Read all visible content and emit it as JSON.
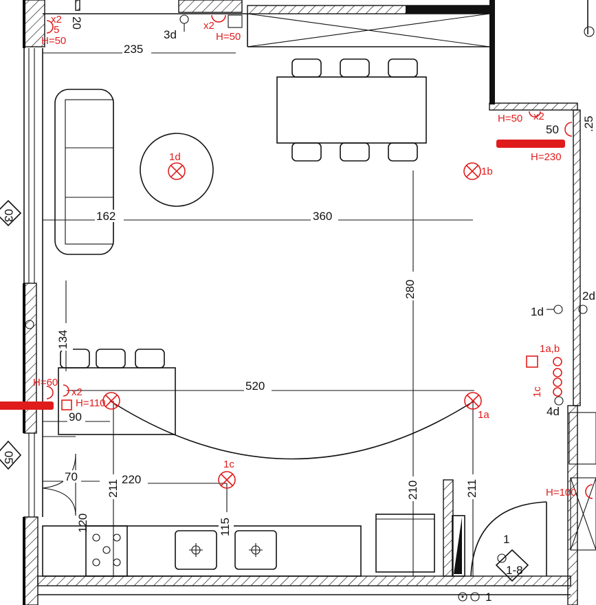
{
  "plan": {
    "dimensions": {
      "d235": "235",
      "d20": "20",
      "d162": "162",
      "d360": "360",
      "d280": "280",
      "d134": "134",
      "d520": "520",
      "d90": "90",
      "d70": "70",
      "d220": "220",
      "d211a": "211",
      "d211b": "211",
      "d210": "210",
      "d120": "120",
      "d115": "115",
      "d50": "50",
      "d25": ".25"
    },
    "fixtures": {
      "light_1d": "1d",
      "light_1b": "1b",
      "light_1c": "1c",
      "light_1a": "1a",
      "switch_3d": "3d",
      "switch_1d": "1d",
      "switch_2d": "2d",
      "switch_4d": "4d",
      "switch_1ab": "1a,b",
      "switch_1c": "1c",
      "door_1": "1",
      "bottom_1": "1",
      "wc_code": "1-8"
    },
    "heights": {
      "h50_top_left": "H=50",
      "x2_top_left": "x2",
      "n5": "5",
      "x2_top_mid": "x2",
      "h50_top_mid": "H=50",
      "h50_right": "H=50",
      "x2_right": "x2",
      "h230": "H=230",
      "h60": "H=60",
      "x2_left": "x2",
      "h110": "H=110",
      "h100": "H=100"
    },
    "section_markers": {
      "top": "03",
      "bottom": "05"
    }
  }
}
